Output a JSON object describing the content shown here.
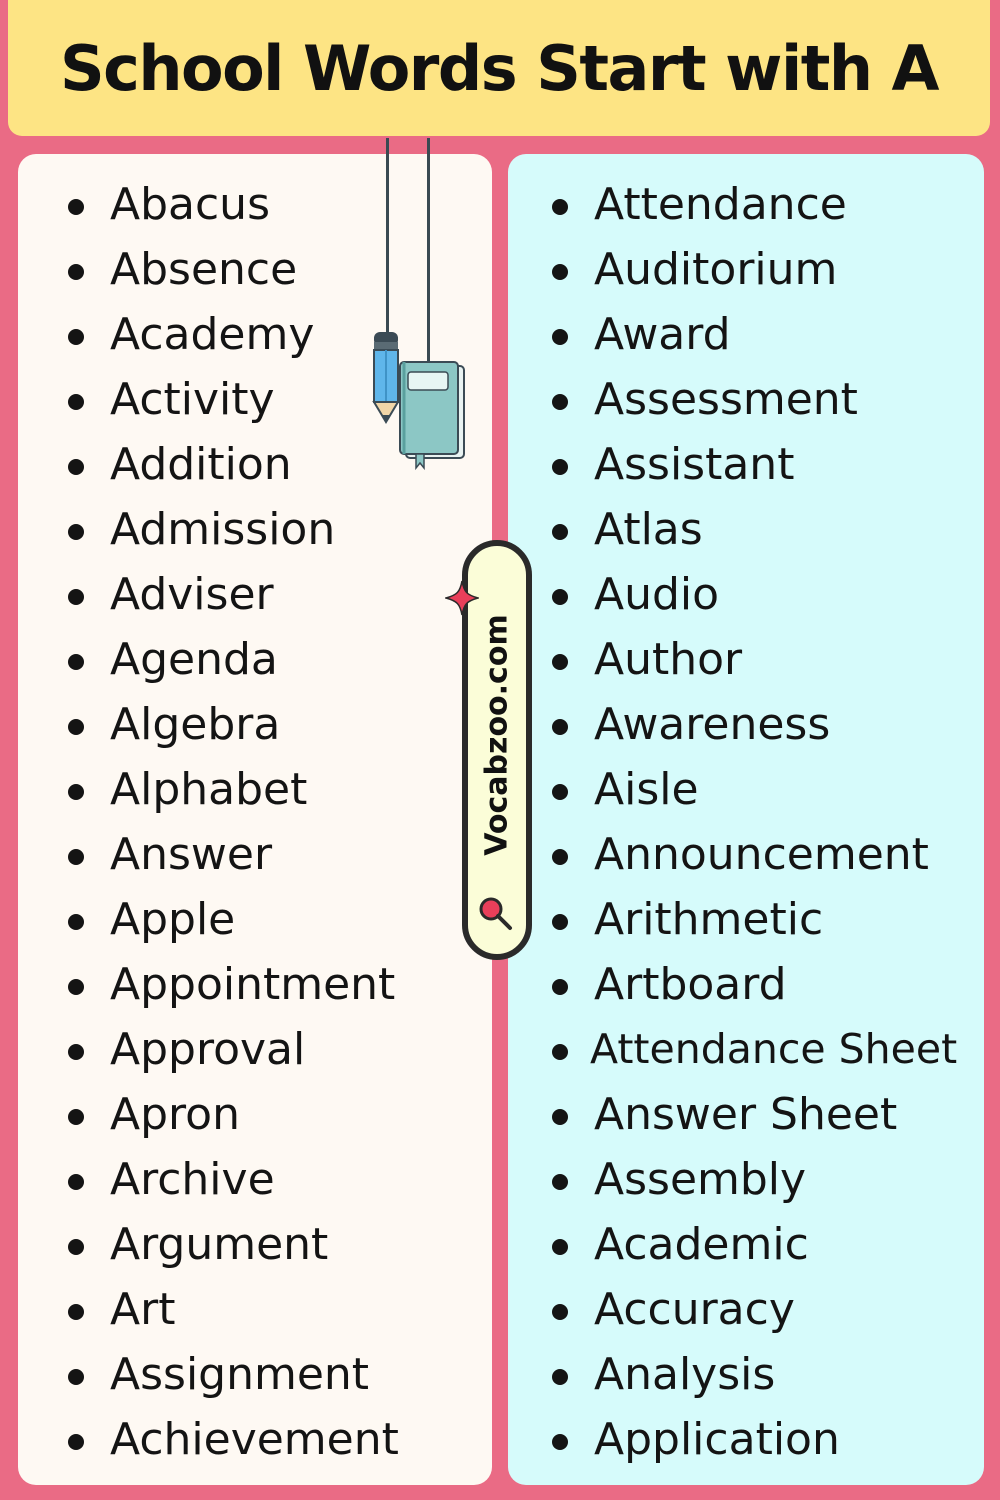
{
  "title": "School Words Start with A",
  "watermark": "Vocabzoo.com",
  "colors": {
    "background": "#ea6b85",
    "title_banner": "#fde484",
    "left_panel": "#fef9f3",
    "right_panel": "#d6fbfb",
    "badge": "#fbfdd8",
    "book": "#8cc7c5",
    "pencil": "#5fb6ea",
    "sparkle": "#e93f5a"
  },
  "icons": [
    "pencil-icon",
    "book-icon",
    "sparkle-icon",
    "magnifier-icon"
  ],
  "left_words": [
    "Abacus",
    "Absence",
    "Academy",
    "Activity",
    "Addition",
    "Admission",
    "Adviser",
    "Agenda",
    "Algebra",
    "Alphabet",
    "Answer",
    "Apple",
    "Appointment",
    "Approval",
    "Apron",
    "Archive",
    "Argument",
    "Art",
    "Assignment",
    "Achievement"
  ],
  "right_words": [
    "Attendance",
    "Auditorium",
    "Award",
    "Assessment",
    "Assistant",
    "Atlas",
    "Audio",
    "Author",
    "Awareness",
    "Aisle",
    "Announcement",
    "Arithmetic",
    "Artboard",
    "Attendance Sheet",
    "Answer Sheet",
    "Assembly",
    "Academic",
    "Accuracy",
    "Analysis",
    "Application"
  ]
}
